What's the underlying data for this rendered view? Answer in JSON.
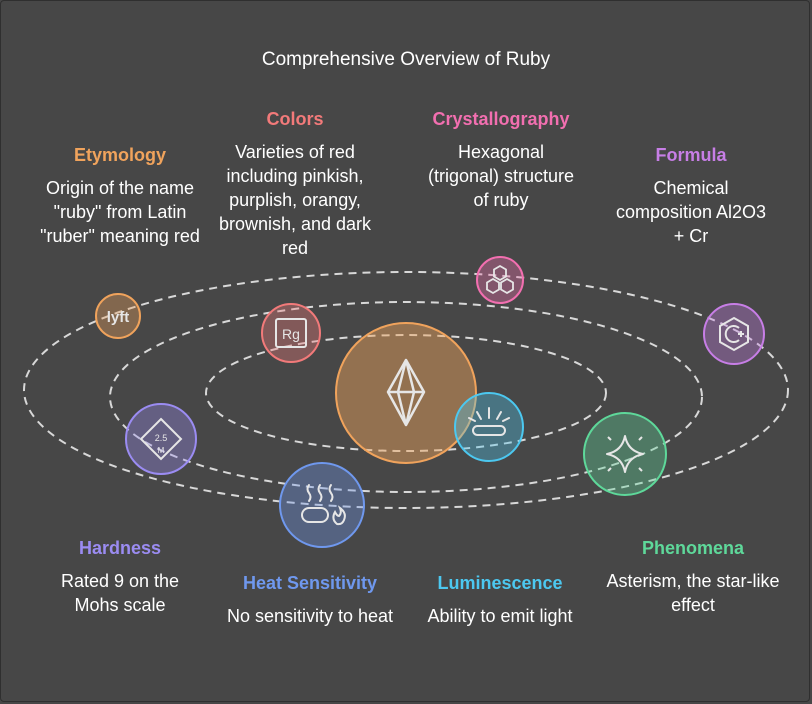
{
  "title": "Comprehensive Overview of Ruby",
  "colors": {
    "background": "#474747",
    "etymology": "#f0a35c",
    "colors": "#f27a7a",
    "crystallography": "#f26fb0",
    "formula": "#c77ee6",
    "hardness": "#9b8cf2",
    "heat_sensitivity": "#6f98ee",
    "luminescence": "#4cc8f0",
    "phenomena": "#5ed89a"
  },
  "center": {
    "icon": "diamond-icon"
  },
  "topics": [
    {
      "id": "etymology",
      "heading": "Etymology",
      "description": "Origin of the name \"ruby\" from Latin \"ruber\" meaning red",
      "icon": "lyft-icon"
    },
    {
      "id": "colors",
      "heading": "Colors",
      "description": "Varieties of red including pinkish, purplish, orangy, brownish, and dark red",
      "icon": "rg-icon"
    },
    {
      "id": "crystallography",
      "heading": "Crystallography",
      "description": "Hexagonal (trigonal) structure of ruby",
      "icon": "hexagons-icon"
    },
    {
      "id": "formula",
      "heading": "Formula",
      "description": "Chemical composition Al2O3 + Cr",
      "icon": "c-plus-icon"
    },
    {
      "id": "hardness",
      "heading": "Hardness",
      "description": "Rated 9 on the Mohs scale",
      "icon": "mohs-2-5-icon",
      "icon_text": "2.5",
      "icon_text2": "M"
    },
    {
      "id": "heat_sensitivity",
      "heading": "Heat Sensitivity",
      "description": "No sensitivity to heat",
      "icon": "heat-icon"
    },
    {
      "id": "luminescence",
      "heading": "Luminescence",
      "description": "Ability to emit light",
      "icon": "light-tube-icon"
    },
    {
      "id": "phenomena",
      "heading": "Phenomena",
      "description": "Asterism, the star-like effect",
      "icon": "sparkle-icon"
    }
  ]
}
